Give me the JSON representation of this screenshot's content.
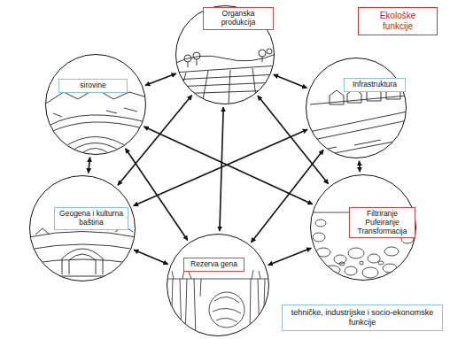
{
  "diagram": {
    "nodes": [
      {
        "text": [
          "Organska produkcija"
        ]
      },
      {
        "text": [
          "sirovine"
        ]
      },
      {
        "text": [
          "Infrastruktura"
        ]
      },
      {
        "text": [
          "Geogena i kulturna baština"
        ]
      },
      {
        "text": [
          "Filtriranje Pufeiranje Transformacija"
        ]
      },
      {
        "text": [
          "Rezerva gena"
        ]
      },
      {
        "text": [
          "Ekološke funkcije"
        ]
      },
      {
        "text": [
          "tehničke, industrijske i socio-ekonomske funkcije"
        ]
      }
    ],
    "edges": [
      {
        "from": 1,
        "to": 0,
        "arrow": "both"
      },
      {
        "from": 0,
        "to": 2,
        "arrow": "both"
      },
      {
        "from": 2,
        "to": 4,
        "arrow": "both"
      },
      {
        "from": 4,
        "to": 5,
        "arrow": "both"
      },
      {
        "from": 5,
        "to": 3,
        "arrow": "both"
      },
      {
        "from": 3,
        "to": 1,
        "arrow": "both"
      },
      {
        "from": 0,
        "to": 3,
        "arrow": "both"
      },
      {
        "from": 0,
        "to": 4,
        "arrow": "both"
      },
      {
        "from": 1,
        "to": 5,
        "arrow": "both"
      },
      {
        "from": 2,
        "to": 5,
        "arrow": "both"
      },
      {
        "from": 0,
        "to": 5,
        "arrow": "both"
      },
      {
        "from": 1,
        "to": 4,
        "arrow": "both"
      },
      {
        "from": 2,
        "to": 3,
        "arrow": "both"
      }
    ]
  }
}
